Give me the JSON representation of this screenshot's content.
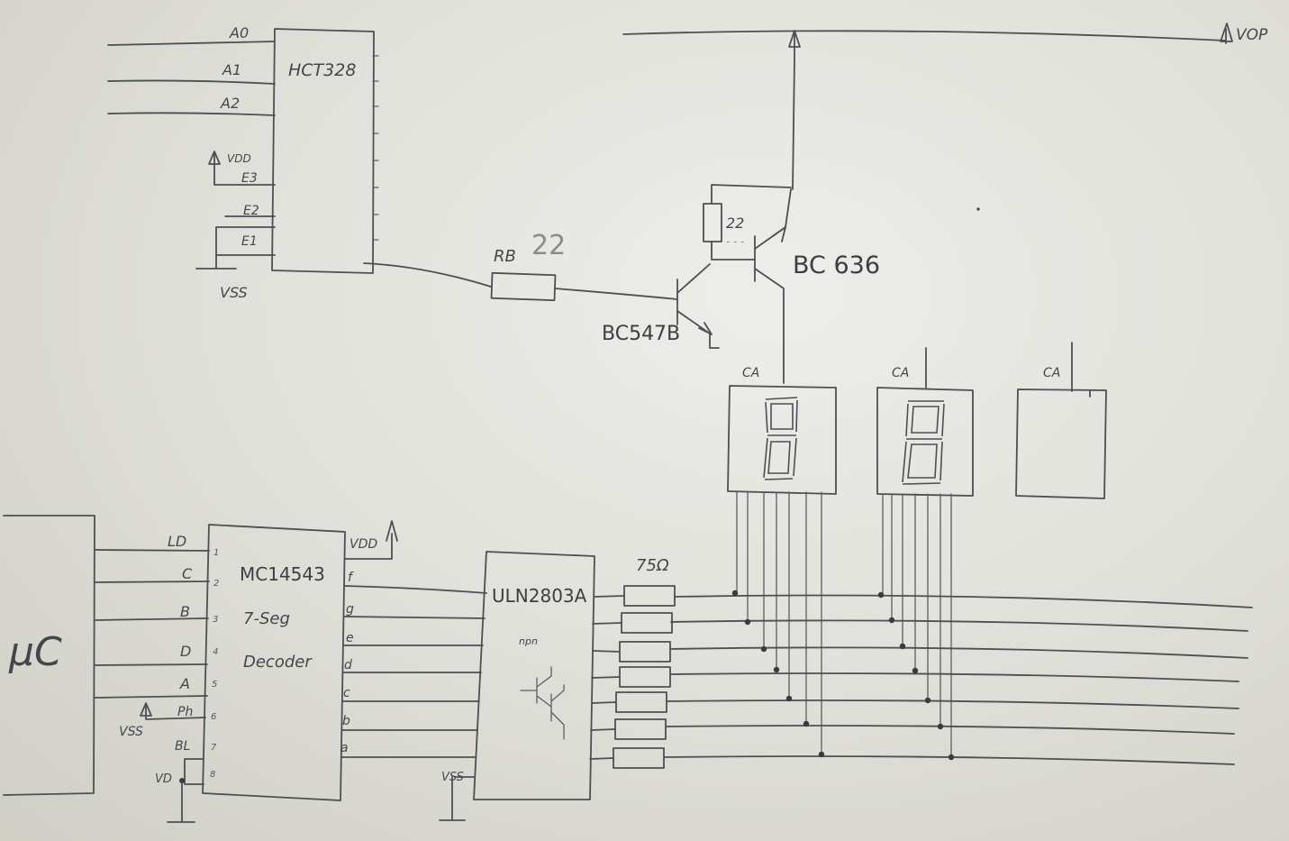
{
  "labels": {
    "mux_chip": "HCT328",
    "addr_a0": "A0",
    "addr_a1": "A1",
    "addr_a2": "A2",
    "enable_e3": "E3",
    "enable_e2": "E2",
    "enable_e1": "E1",
    "vdd_top": "VDD",
    "vss_top": "VSS",
    "vop": "VOP",
    "rb": "RB",
    "rb_value": "22",
    "r22": "22",
    "bc636": "BC 636",
    "bc547": "BC547B",
    "ca_1": "CA",
    "ca_2": "CA",
    "ca_3": "CA",
    "uc": "µC",
    "decoder_chip": "MC14543",
    "decoder_sub1": "7-Seg",
    "decoder_sub2": "Decoder",
    "pin_ld": "LD",
    "pin_c": "C",
    "pin_b": "B",
    "pin_d": "D",
    "pin_a": "A",
    "pin_ph": "Ph",
    "pin_bl": "BL",
    "vdd_dec": "VDD",
    "vss_dec": "VSS",
    "vdd_bl": "VD",
    "out_f": "f",
    "out_g": "g",
    "out_e": "e",
    "out_d": "d",
    "out_c": "c",
    "out_b": "b",
    "out_a": "a",
    "driver_chip": "ULN2803A",
    "driver_sub": "npn",
    "vss_driver": "VSS",
    "resistor_value": "75Ω"
  },
  "icons": {
    "supply_arrow": "supply-arrow-icon",
    "ground": "ground-icon",
    "display": "seven-segment-display-icon",
    "transistor": "transistor-icon"
  },
  "colors": {
    "paper": "#e6e6e1",
    "ink": "#4e4f55"
  }
}
